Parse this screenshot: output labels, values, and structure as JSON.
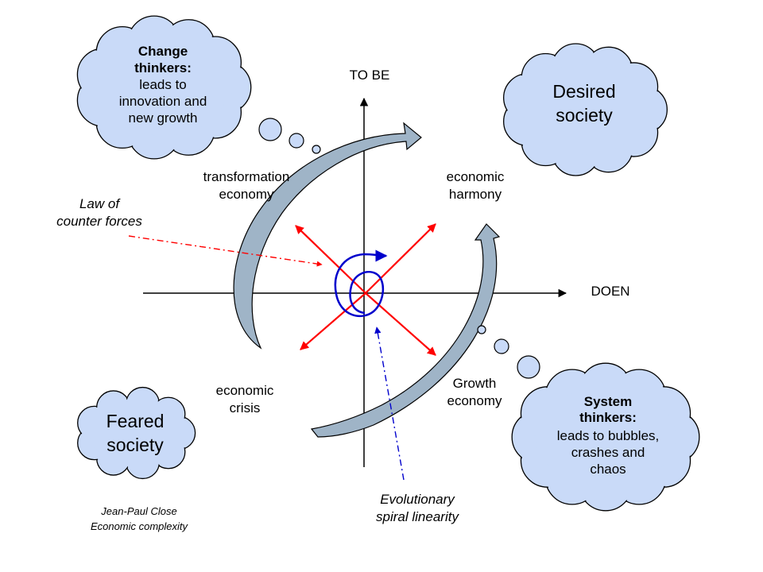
{
  "axes": {
    "vertical_label": "TO BE",
    "horizontal_label": "DOEN"
  },
  "quadrants": {
    "top_left": "transformation\neconomy",
    "top_right": "economic\nharmony",
    "bottom_left": "economic\ncrisis",
    "bottom_right": "Growth\neconomy"
  },
  "clouds": {
    "change_thinkers": {
      "title": "Change\nthinkers:",
      "body": "leads to\ninnovation and\nnew growth"
    },
    "desired_society": "Desired\nsociety",
    "feared_society": "Feared\nsociety",
    "system_thinkers": {
      "title": "System\nthinkers:",
      "body": "leads to bubbles,\ncrashes  and\nchaos"
    }
  },
  "annotations": {
    "law_of_counter_forces": "Law of\ncounter forces",
    "evolutionary_spiral": "Evolutionary\nspiral  linearity"
  },
  "credit": {
    "author": "Jean-Paul Close",
    "subtitle": "Economic complexity"
  },
  "colors": {
    "cloud_fill": "#c9daf8",
    "cloud_stroke": "#000000",
    "swoosh_fill": "#9fb4c7",
    "counter_force_red": "#ff0000",
    "spiral_blue": "#0000cc"
  }
}
